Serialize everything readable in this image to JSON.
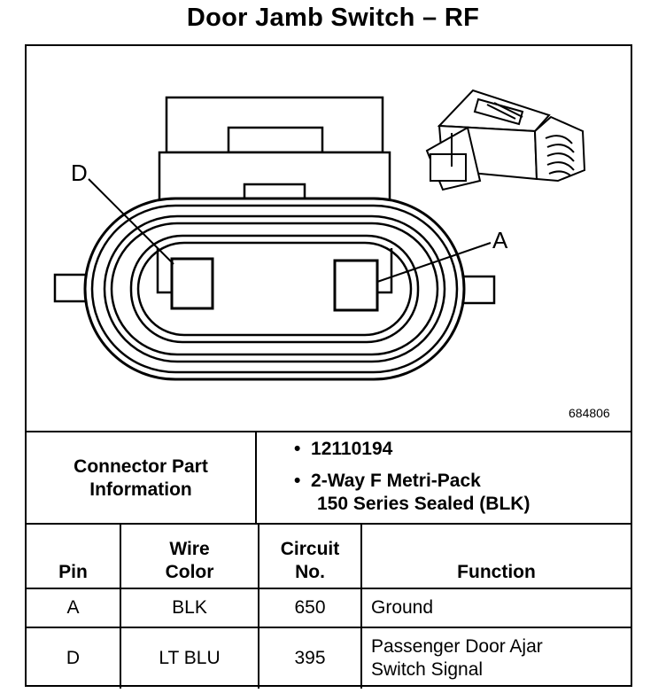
{
  "title": "Door Jamb Switch – RF",
  "diagram": {
    "callout_d": "D",
    "callout_a": "A",
    "reference_number": "684806"
  },
  "connector_info": {
    "label_line1": "Connector Part",
    "label_line2": "Information",
    "part_number": "12110194",
    "description_line1": "2-Way F Metri-Pack",
    "description_line2": "150 Series Sealed (BLK)"
  },
  "table": {
    "headers": {
      "pin": "Pin",
      "wire_color_1": "Wire",
      "wire_color_2": "Color",
      "circuit_1": "Circuit",
      "circuit_2": "No.",
      "function": "Function"
    },
    "rows": [
      {
        "pin": "A",
        "wire_color": "BLK",
        "circuit": "650",
        "function_1": "Ground",
        "function_2": ""
      },
      {
        "pin": "D",
        "wire_color": "LT BLU",
        "circuit": "395",
        "function_1": "Passenger Door Ajar",
        "function_2": "Switch Signal"
      }
    ]
  }
}
